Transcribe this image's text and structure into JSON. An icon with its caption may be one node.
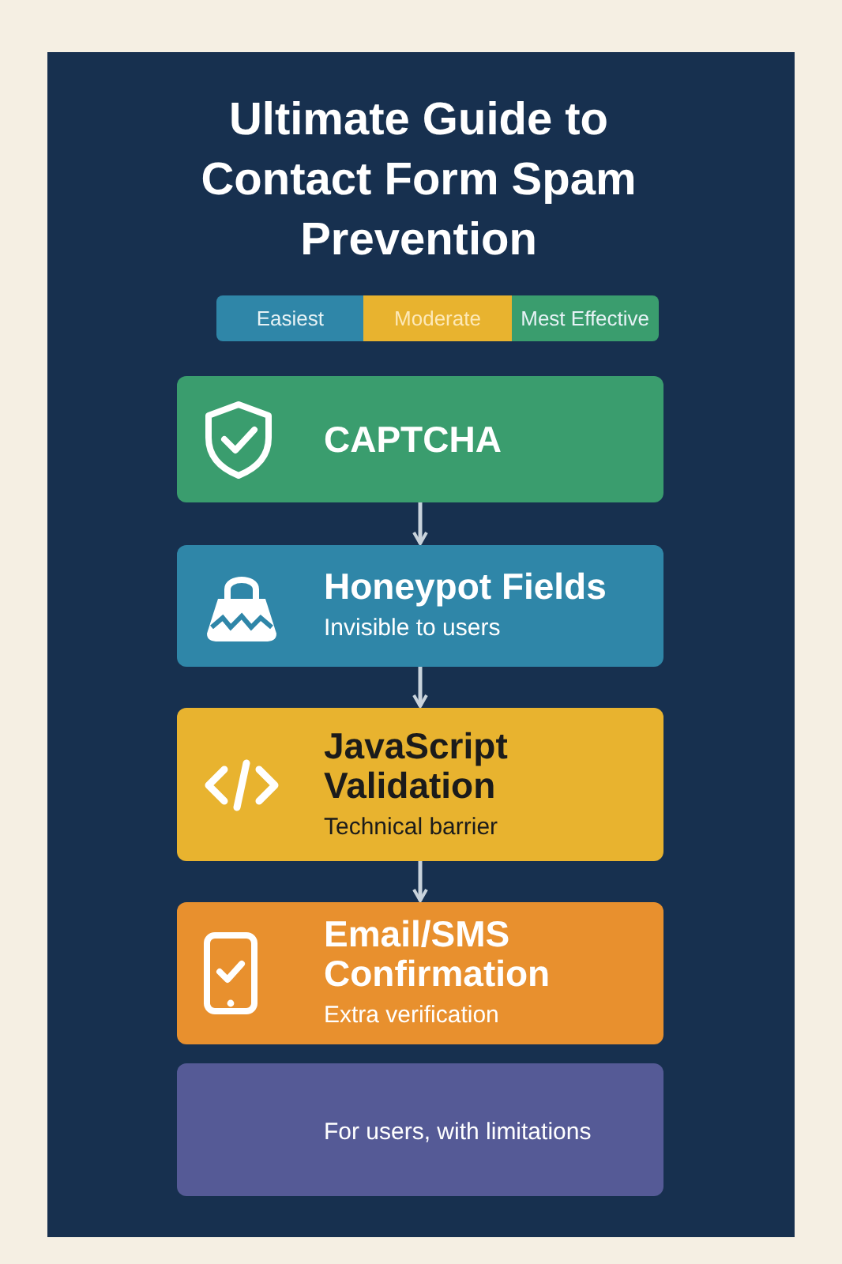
{
  "diagram": {
    "title": "Ultimate Guide to Contact Form Spam Prevention",
    "nodes": [
      {
        "text": [
          "CAPTCHA"
        ]
      },
      {
        "text": [
          "Honeypot Fields",
          "Invisible to users"
        ]
      },
      {
        "text": [
          "JavaScript Validation",
          "Technical barrier"
        ]
      },
      {
        "text": [
          "Email/SMS Confirmation",
          "Extra verification"
        ]
      },
      {
        "text": [
          "For users, with limitations"
        ]
      }
    ],
    "edges": [
      {
        "from": 0,
        "to": 1,
        "arrow": "to"
      },
      {
        "from": 1,
        "to": 2,
        "arrow": "to"
      },
      {
        "from": 2,
        "to": 3,
        "arrow": "to"
      }
    ],
    "legend": [
      {
        "text": "Easiest",
        "color": "#2f86a8"
      },
      {
        "text": "Moderate",
        "color": "#e8b32f"
      },
      {
        "text": "Mest Effective",
        "color": "#3a9d6e"
      }
    ]
  }
}
